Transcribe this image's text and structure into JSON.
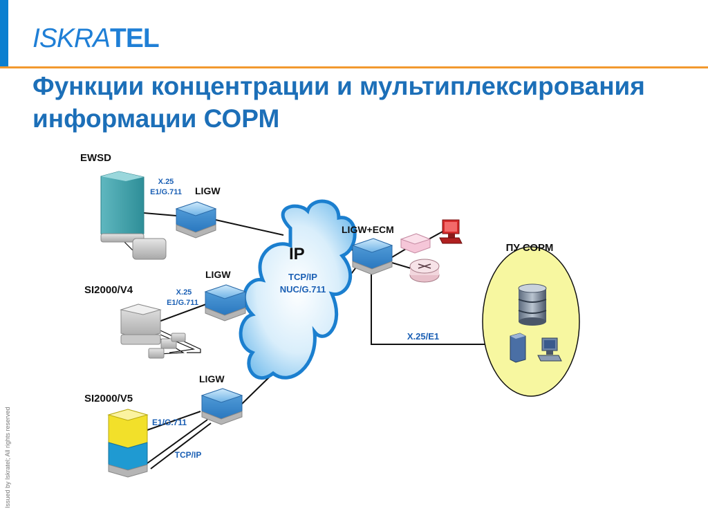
{
  "header": {
    "logo_part1": "ISKRA",
    "logo_part2": "TEL",
    "title": "Функции концентрации и мультиплексирования информации СОРМ"
  },
  "side_note": "Issued by Iskratel; All rights reserved",
  "diagram": {
    "nodes": {
      "ewsd": "EWSD",
      "si2000_v4": "SI2000/V4",
      "si2000_v5": "SI2000/V5",
      "ligw_1": "LIGW",
      "ligw_2": "LIGW",
      "ligw_3": "LIGW",
      "ligw_ecm": "LIGW+ECM",
      "pu_sorm": "ПУ СОРМ",
      "ip_cloud": "IP"
    },
    "links": {
      "x25_1": "X.25",
      "e1g711_1": "E1/G.711",
      "x25_2": "X.25",
      "e1g711_2": "E1/G.711",
      "e1g711_3": "E1/G.711",
      "tcpip_3": "TCP/IP",
      "cloud_proto_1": "TCP/IP",
      "cloud_proto_2": "NUC/G.711",
      "x25_e1": "X.25/E1"
    }
  },
  "colors": {
    "brand_blue": "#1c6fb8",
    "accent_orange": "#f2992e",
    "cloud_fill": "#cde8fa",
    "sorm_ellipse": "#f7f7a0"
  }
}
